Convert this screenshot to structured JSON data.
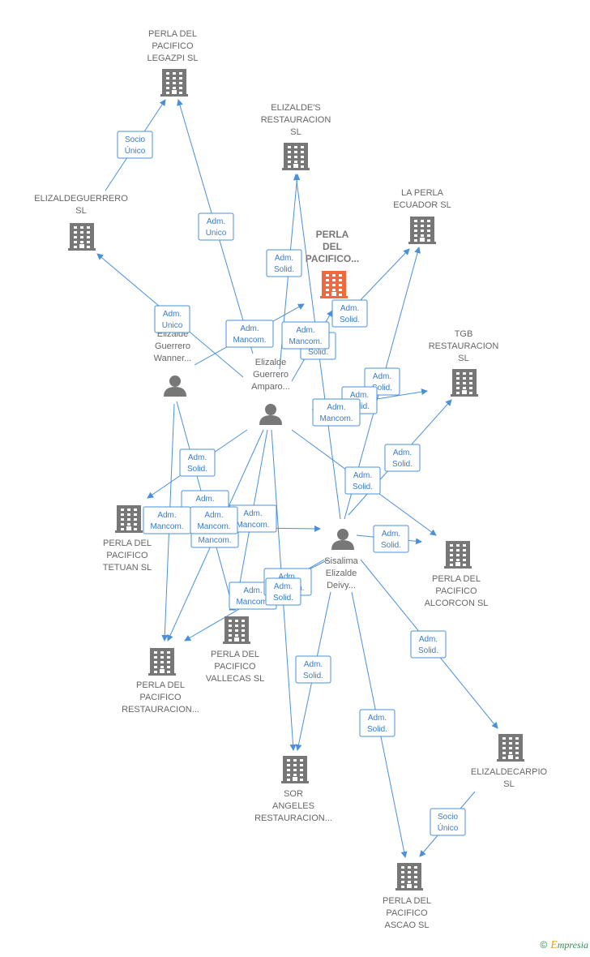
{
  "colors": {
    "edge": "#4a90d9",
    "building": "#777777",
    "main_building": "#f26a3c",
    "person": "#777777"
  },
  "nodes": [
    {
      "id": "legazpi",
      "type": "company",
      "lines": [
        "PERLA DEL",
        "PACIFICO",
        "LEGAZPI  SL"
      ],
      "icon": "building-icon"
    },
    {
      "id": "elizaldes",
      "type": "company",
      "lines": [
        "ELIZALDE'S",
        "RESTAURACION",
        "SL"
      ],
      "icon": "building-icon"
    },
    {
      "id": "elizaldeguerrero",
      "type": "company",
      "lines": [
        "ELIZALDEGUERRERO",
        "SL"
      ],
      "icon": "building-icon"
    },
    {
      "id": "laperla",
      "type": "company",
      "lines": [
        "LA PERLA",
        "ECUADOR  SL"
      ],
      "icon": "building-icon"
    },
    {
      "id": "main",
      "type": "company",
      "main": true,
      "lines": [
        "PERLA",
        "DEL",
        "PACIFICO..."
      ],
      "icon": "building-icon"
    },
    {
      "id": "tgb",
      "type": "company",
      "lines": [
        "TGB",
        "RESTAURACION",
        "SL"
      ],
      "icon": "building-icon"
    },
    {
      "id": "wanner",
      "type": "person",
      "lines": [
        "Elizalde",
        "Guerrero",
        "Wanner..."
      ],
      "icon": "person-icon"
    },
    {
      "id": "amparo",
      "type": "person",
      "lines": [
        "Elizalde",
        "Guerrero",
        "Amparo..."
      ],
      "icon": "person-icon"
    },
    {
      "id": "tetuan",
      "type": "company",
      "lines": [
        "PERLA DEL",
        "PACIFICO",
        "TETUAN  SL"
      ],
      "icon": "building-icon"
    },
    {
      "id": "deivy",
      "type": "person",
      "lines": [
        "Sisalima",
        "Elizalde",
        "Deivy..."
      ],
      "icon": "person-icon"
    },
    {
      "id": "alcorcon",
      "type": "company",
      "lines": [
        "PERLA DEL",
        "PACIFICO",
        "ALCORCON  SL"
      ],
      "icon": "building-icon"
    },
    {
      "id": "vallecas",
      "type": "company",
      "lines": [
        "PERLA DEL",
        "PACIFICO",
        "VALLECAS  SL"
      ],
      "icon": "building-icon"
    },
    {
      "id": "restauracion",
      "type": "company",
      "lines": [
        "PERLA DEL",
        "PACIFICO",
        "RESTAURACION..."
      ],
      "icon": "building-icon"
    },
    {
      "id": "elizaldecarpio",
      "type": "company",
      "lines": [
        "ELIZALDECARPIO",
        "SL"
      ],
      "icon": "building-icon"
    },
    {
      "id": "sorangeles",
      "type": "company",
      "lines": [
        "SOR",
        "ANGELES",
        "RESTAURACION..."
      ],
      "icon": "building-icon"
    },
    {
      "id": "ascao",
      "type": "company",
      "lines": [
        "PERLA DEL",
        "PACIFICO",
        "ASCAO  SL"
      ],
      "icon": "building-icon"
    }
  ],
  "edge_labels": [
    [
      "Socio",
      "Único"
    ],
    [
      "Adm.",
      "Unico"
    ],
    [
      "Adm.",
      "Unico"
    ],
    [
      "Adm.",
      "Solid."
    ],
    [
      "Adm.",
      "Solid."
    ],
    [
      "Adm.",
      "Mancom."
    ],
    [
      "Adm.",
      "Mancom."
    ],
    [
      "Adm.",
      "Solid."
    ],
    [
      "Adm.",
      "Solid."
    ],
    [
      "Adm.",
      "Solid."
    ],
    [
      "Adm.",
      "Mancom."
    ],
    [
      "Adm.",
      "Solid."
    ],
    [
      "Adm.",
      "Solid."
    ],
    [
      "Adm.",
      "Solid."
    ],
    [
      "Adm.",
      "Solid."
    ],
    [
      "Adm.",
      "Mancom."
    ],
    [
      "Adm.",
      "Mancom."
    ],
    [
      "Adm.",
      "Mancom."
    ],
    [
      "Adm.",
      "Mancom."
    ],
    [
      "Adm.",
      "Mancom."
    ],
    [
      "Adm.",
      "Mancom."
    ],
    [
      "Adm.",
      "Solid."
    ],
    [
      "Adm.",
      "Mancom."
    ],
    [
      "Adm.",
      "Solid."
    ],
    [
      "Adm.",
      "Solid."
    ],
    [
      "Adm.",
      "Solid."
    ],
    [
      "Socio",
      "Único"
    ]
  ],
  "footer": {
    "copyright": "©",
    "brand_first": "E",
    "brand_rest": "mpresia"
  }
}
